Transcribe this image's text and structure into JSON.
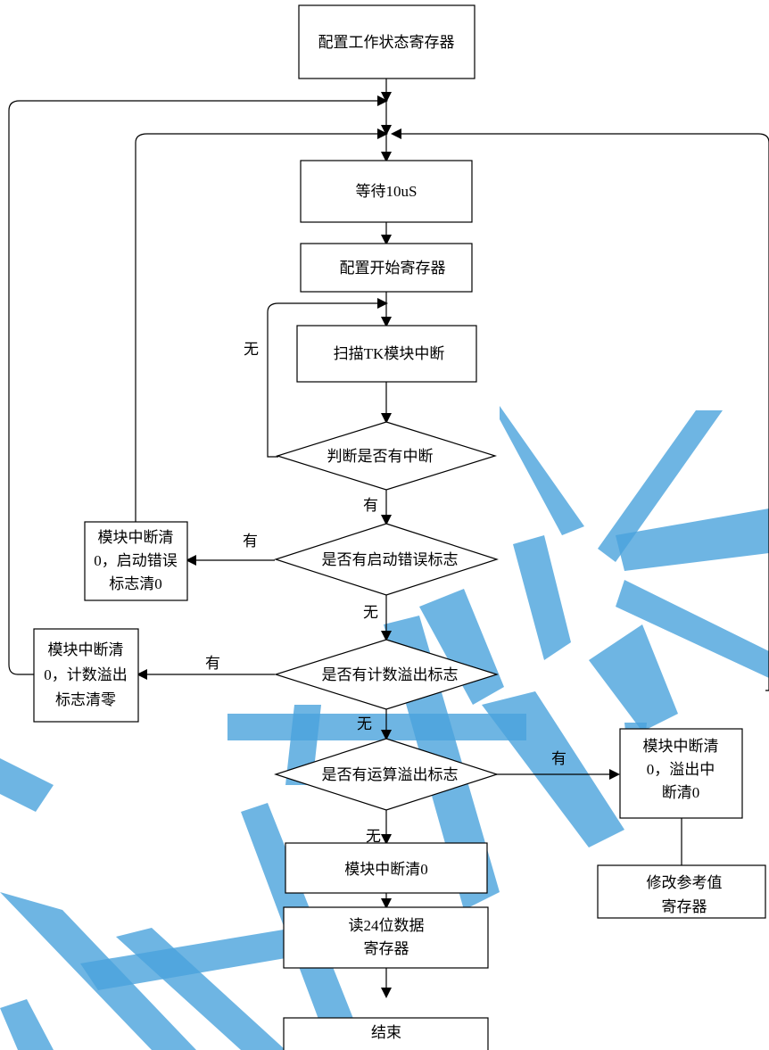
{
  "nodes": {
    "config_work": "配置工作状态寄存器",
    "wait": "等待10uS",
    "config_start": "配置开始寄存器",
    "scan": "扫描TK模块中断",
    "judge_interrupt": "判断是否有中断",
    "start_error": "是否有启动错误标志",
    "count_overflow": "是否有计数溢出标志",
    "calc_overflow": "是否有运算溢出标志",
    "clear_start_error": [
      "模块中断清",
      "0，启动错误",
      "标志清0"
    ],
    "clear_count_overflow": [
      "模块中断清",
      "0，计数溢出",
      "标志清零"
    ],
    "clear_overflow_interrupt": [
      "模块中断清",
      "0，溢出中",
      "断清0"
    ],
    "modify_ref": [
      "修改参考值",
      "寄存器"
    ],
    "clear_module": "模块中断清0",
    "read_data": [
      "读24位数据",
      "寄存器"
    ],
    "end": "结束"
  },
  "edge_labels": {
    "no_interrupt": "无",
    "has_interrupt": "有",
    "has_start_error": "有",
    "no_start_error": "无",
    "has_count_overflow": "有",
    "no_count_overflow": "无",
    "has_calc_overflow": "有",
    "no_calc_overflow": "无"
  },
  "colors": {
    "stroke": "#000000",
    "watermark": "#4aa3dc"
  }
}
